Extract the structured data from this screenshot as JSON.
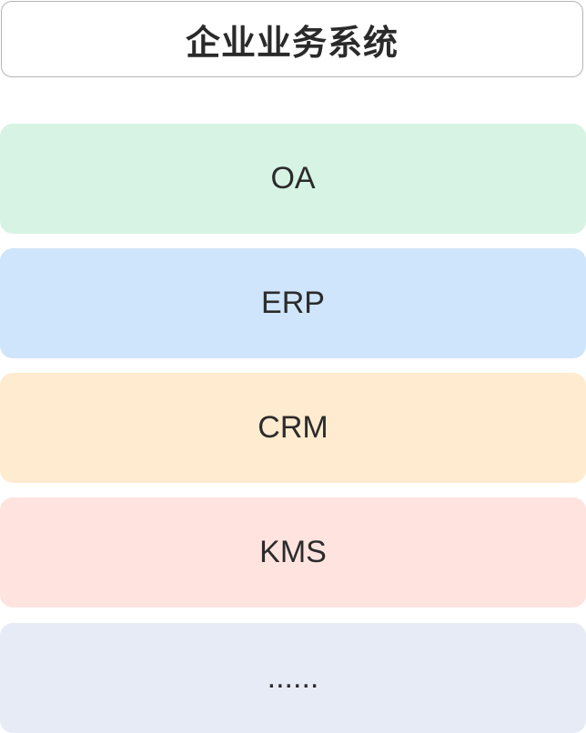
{
  "title": "企业业务系统",
  "layers": [
    {
      "label": "OA",
      "color": "#d7f3e4"
    },
    {
      "label": "ERP",
      "color": "#cfe5fb"
    },
    {
      "label": "CRM",
      "color": "#ffebcf"
    },
    {
      "label": "KMS",
      "color": "#fee3df"
    },
    {
      "label": "......",
      "color": "#e7ebf5"
    }
  ]
}
